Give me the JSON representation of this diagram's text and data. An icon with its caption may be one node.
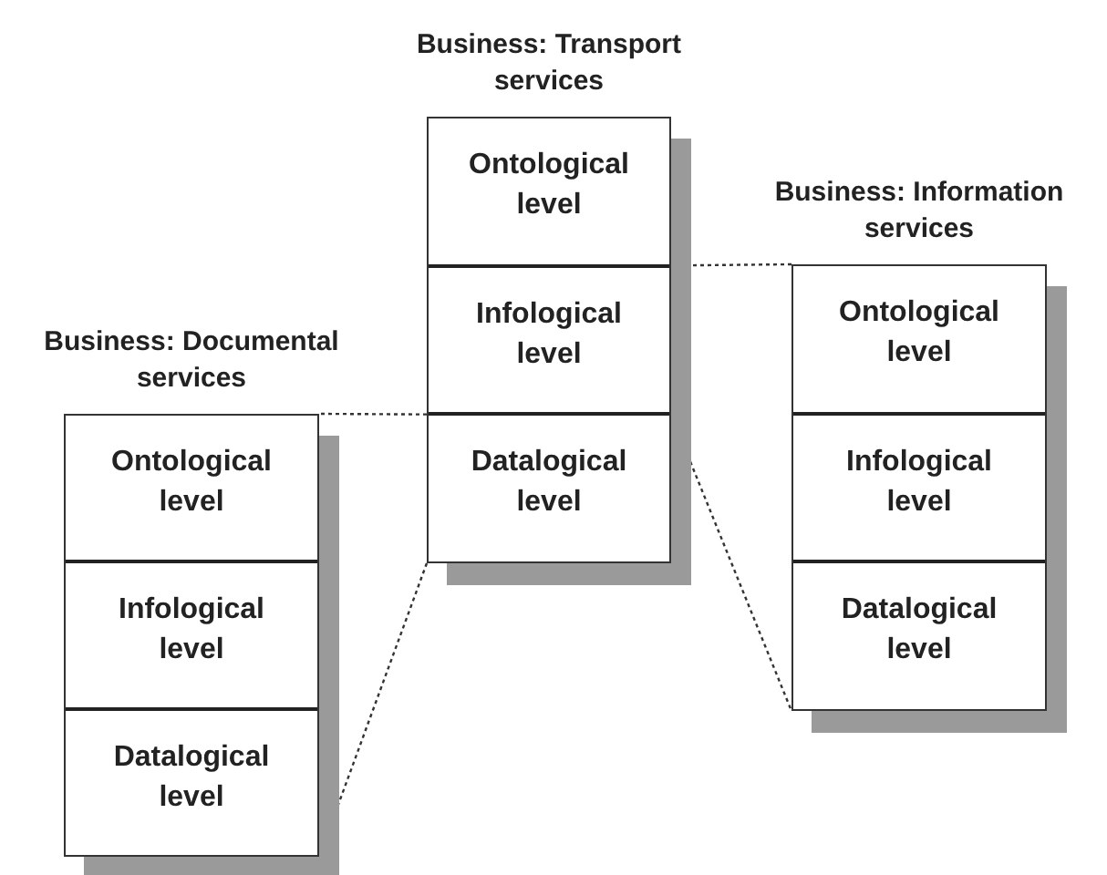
{
  "diagram": {
    "nodes": [
      {
        "text": [
          "Business: Transport services"
        ]
      },
      {
        "text": [
          "Ontological level"
        ],
        "in": 0
      },
      {
        "text": [
          "Infological level"
        ],
        "in": 0
      },
      {
        "text": [
          "Datalogical level"
        ],
        "in": 0
      },
      {
        "text": [
          "Business: Information services"
        ]
      },
      {
        "text": [
          "Ontological level"
        ],
        "in": 4
      },
      {
        "text": [
          "Infological level"
        ],
        "in": 4
      },
      {
        "text": [
          "Datalogical level"
        ],
        "in": 4
      },
      {
        "text": [
          "Business: Documental services"
        ]
      },
      {
        "text": [
          "Ontological level"
        ],
        "in": 8
      },
      {
        "text": [
          "Infological level"
        ],
        "in": 8
      },
      {
        "text": [
          "Datalogical level"
        ],
        "in": 8
      }
    ],
    "edges": [
      {
        "from": 2,
        "to": 4,
        "arrow": "none",
        "style": "dashed"
      },
      {
        "from": 2,
        "to": 4,
        "arrow": "none",
        "style": "dashed"
      },
      {
        "from": 3,
        "to": 8,
        "arrow": "none",
        "style": "dashed"
      },
      {
        "from": 3,
        "to": 8,
        "arrow": "none",
        "style": "dashed"
      }
    ]
  }
}
